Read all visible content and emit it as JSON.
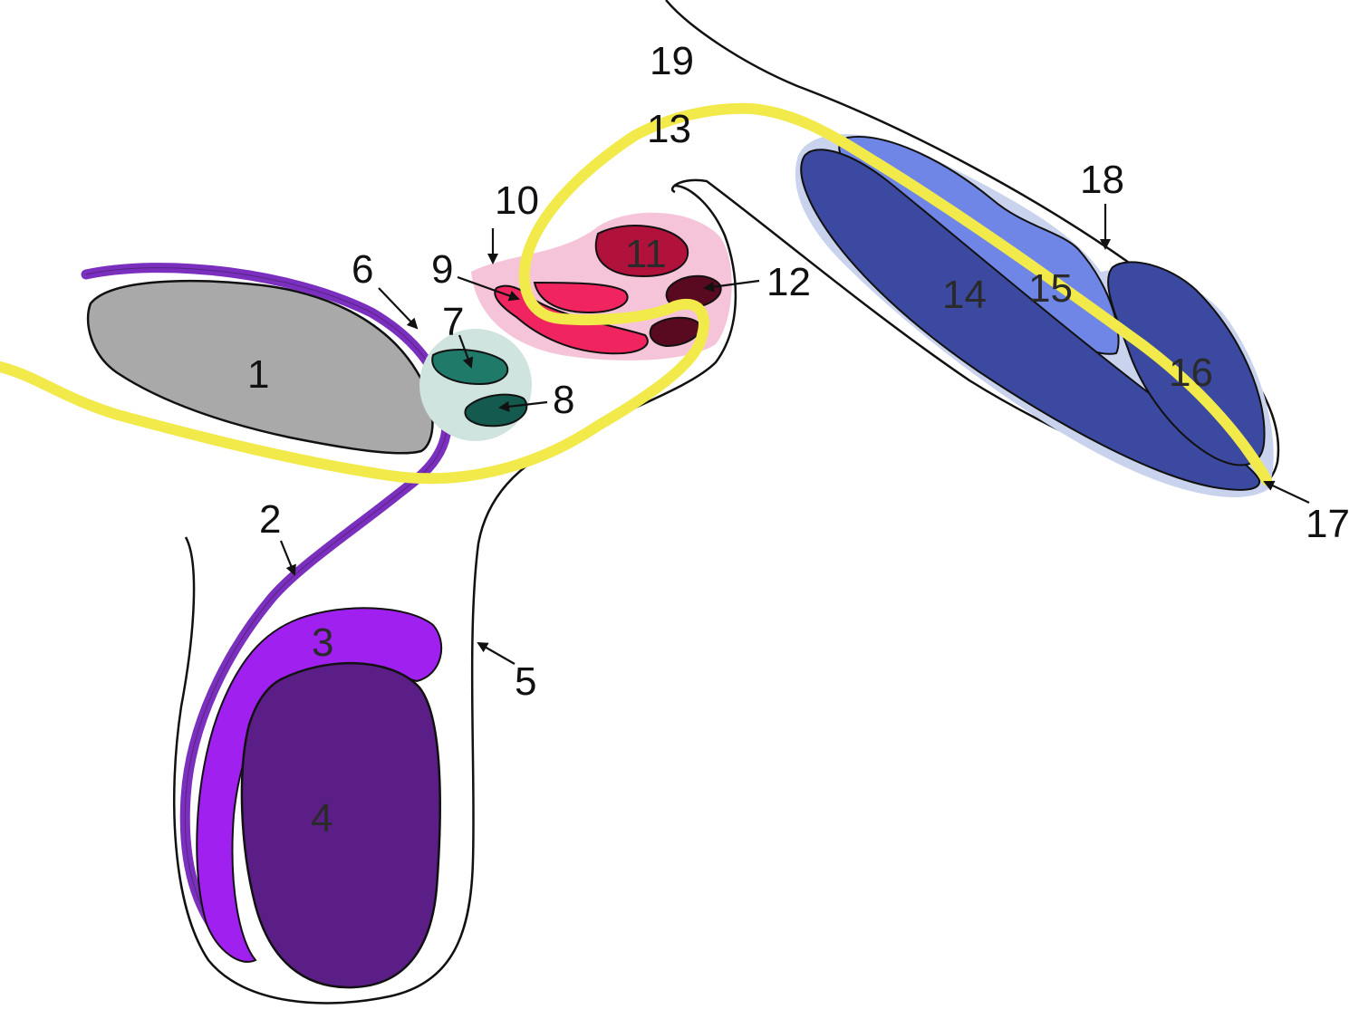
{
  "diagram": {
    "labels": {
      "l1": "1",
      "l2": "2",
      "l3": "3",
      "l4": "4",
      "l5": "5",
      "l6": "6",
      "l7": "7",
      "l8": "8",
      "l9": "9",
      "l10": "10",
      "l11": "11",
      "l12": "12",
      "l13": "13",
      "l14": "14",
      "l15": "15",
      "l16": "16",
      "l17": "17",
      "l18": "18",
      "l19": "19"
    },
    "colors": {
      "bladder": "#a9a9a9",
      "vas_deferens": "#7b2fbe",
      "epididymis": "#a020f0",
      "testis": "#5b1e86",
      "skin_outline": "#111111",
      "seminal_glow": "#cfe3df",
      "gland_teal": "#1f7a6a",
      "gland_dark_teal": "#145a4e",
      "pink_glow": "#f6c4d8",
      "crimson": "#b0123c",
      "hot_pink": "#f0245e",
      "maroon": "#5a0a20",
      "urethra": "#f2ea4a",
      "blue_glow": "#c9d3ee",
      "corpus_navy": "#3b4aa0",
      "corpus_light": "#6f86e6"
    }
  }
}
